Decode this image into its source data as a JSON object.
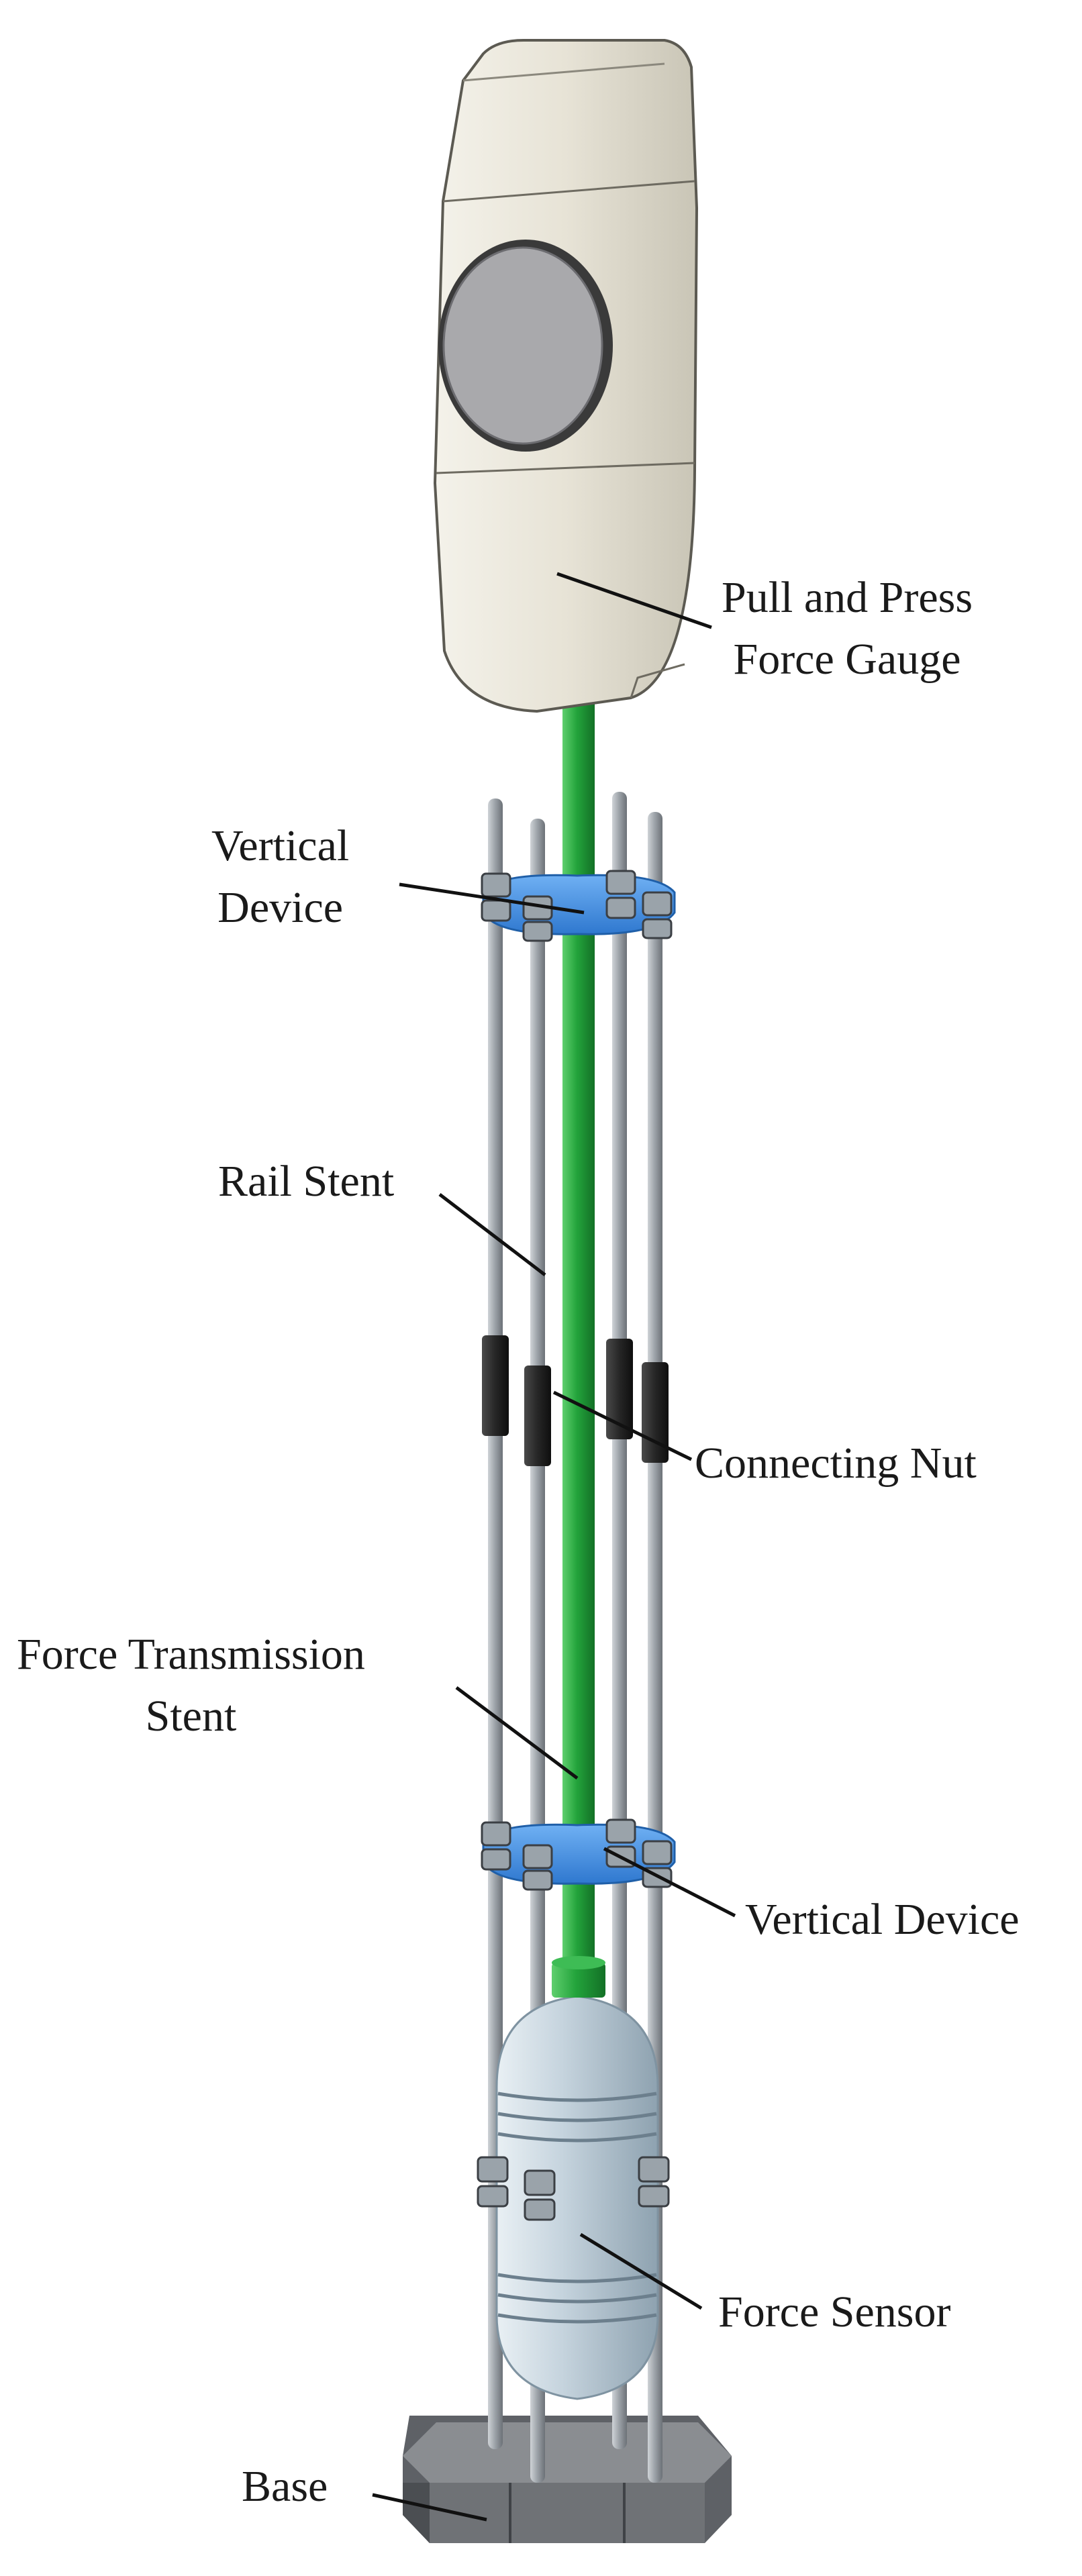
{
  "labels": {
    "gauge": [
      "Pull and Press",
      "Force Gauge"
    ],
    "vertical_top": [
      "Vertical",
      "Device"
    ],
    "rail": "Rail Stent",
    "nut": "Connecting Nut",
    "transmission": [
      "Force Transmission",
      "Stent"
    ],
    "vertical_bottom": "Vertical Device",
    "sensor": "Force Sensor",
    "base": "Base"
  },
  "colors": {
    "gauge_body": "#e6e3d6",
    "rod": "#23a33b",
    "clamp": "#3f8fe6",
    "rail": "#9aa0a6",
    "nut": "#262626",
    "sensor": "#c3d2dc",
    "base": "#6f7276"
  }
}
